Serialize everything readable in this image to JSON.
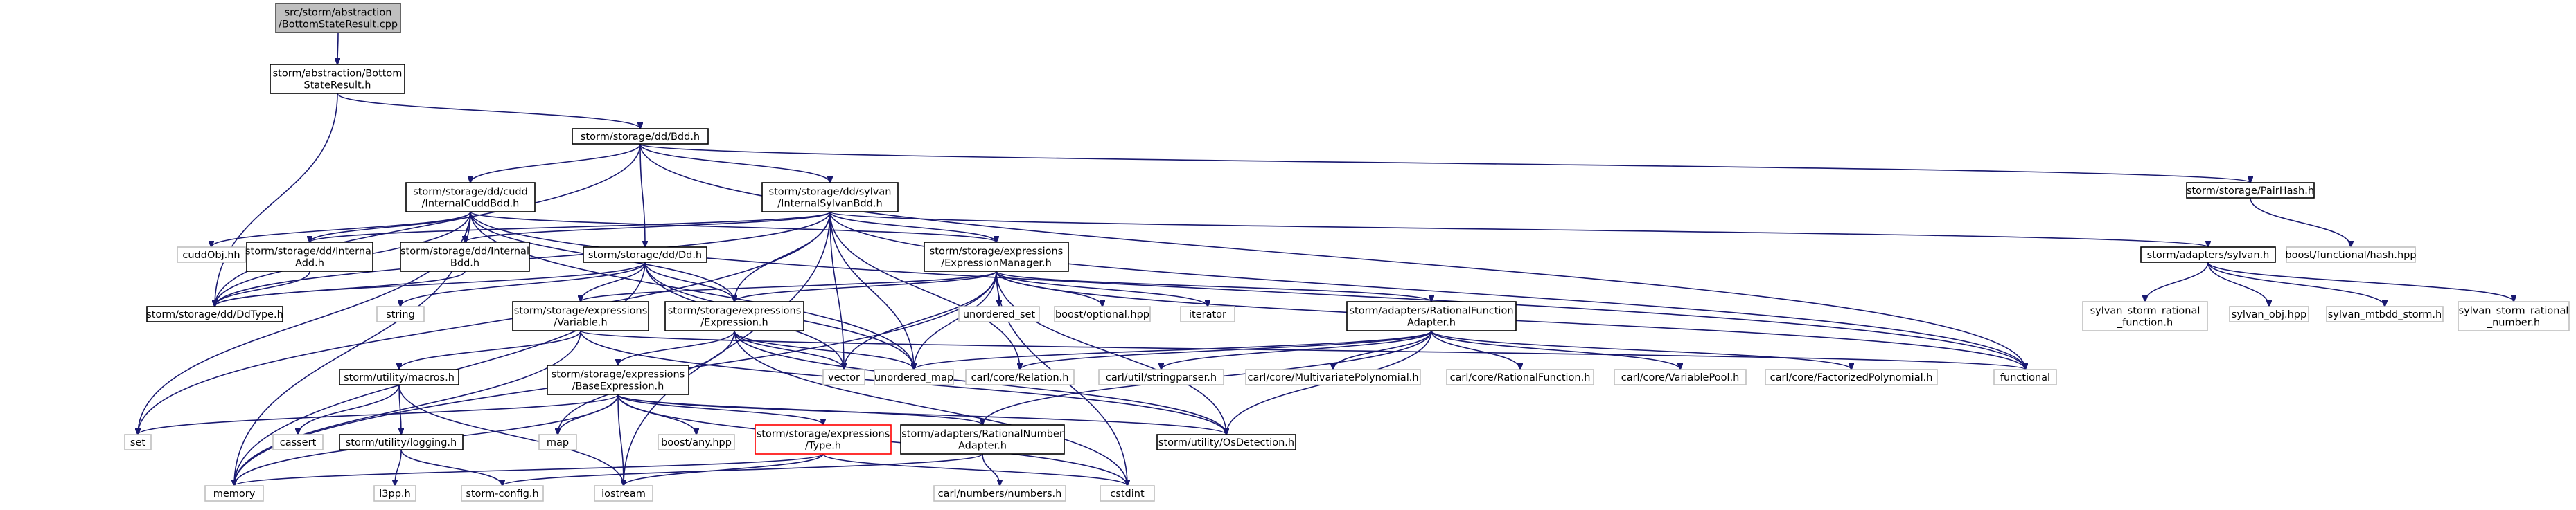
{
  "diagram": {
    "kind": "include-dependency-graph",
    "colors": {
      "edge": "#191970",
      "focus_fill": "#bfbfbf",
      "documented_border": "#000000",
      "external_border": "#bfbfbf",
      "broken_border": "#ff0000"
    },
    "nodes": [
      {
        "id": "n0",
        "label": "src/storm/abstraction\n/BottomStateResult.cpp",
        "style": "focus"
      },
      {
        "id": "n1",
        "label": "storm/abstraction/Bottom\nStateResult.h",
        "style": "doc"
      },
      {
        "id": "n2",
        "label": "storm/storage/dd/Bdd.h",
        "style": "doc"
      },
      {
        "id": "n3",
        "label": "storm/storage/dd/DdType.h",
        "style": "doc"
      },
      {
        "id": "n4",
        "label": "storm/storage/dd/cudd\n/InternalCuddBdd.h",
        "style": "doc"
      },
      {
        "id": "n5",
        "label": "storm/storage/dd/sylvan\n/InternalSylvanBdd.h",
        "style": "doc"
      },
      {
        "id": "n6",
        "label": "storm/storage/PairHash.h",
        "style": "doc"
      },
      {
        "id": "n7",
        "label": "storm/storage/dd/Dd.h",
        "style": "doc"
      },
      {
        "id": "n8",
        "label": "functional",
        "style": "missing"
      },
      {
        "id": "n9",
        "label": "storm/storage/dd/Internal\nAdd.h",
        "style": "doc"
      },
      {
        "id": "n10",
        "label": "storm/storage/dd/Internal\nBdd.h",
        "style": "doc"
      },
      {
        "id": "n11",
        "label": "cuddObj.hh",
        "style": "missing"
      },
      {
        "id": "n12",
        "label": "storm/storage/expressions\n/ExpressionManager.h",
        "style": "doc"
      },
      {
        "id": "n13",
        "label": "storm/adapters/sylvan.h",
        "style": "doc"
      },
      {
        "id": "n14",
        "label": "boost/functional/hash.hpp",
        "style": "missing"
      },
      {
        "id": "n15",
        "label": "string",
        "style": "missing"
      },
      {
        "id": "n16",
        "label": "storm/storage/expressions\n/Variable.h",
        "style": "doc"
      },
      {
        "id": "n17",
        "label": "storm/storage/expressions\n/Expression.h",
        "style": "doc"
      },
      {
        "id": "n18",
        "label": "unordered_set",
        "style": "missing"
      },
      {
        "id": "n19",
        "label": "boost/optional.hpp",
        "style": "missing"
      },
      {
        "id": "n20",
        "label": "iterator",
        "style": "missing"
      },
      {
        "id": "n21",
        "label": "storm/adapters/RationalFunction\nAdapter.h",
        "style": "doc"
      },
      {
        "id": "n22",
        "label": "sylvan_storm_rational\n_function.h",
        "style": "missing"
      },
      {
        "id": "n23",
        "label": "sylvan_obj.hpp",
        "style": "missing"
      },
      {
        "id": "n24",
        "label": "sylvan_mtbdd_storm.h",
        "style": "missing"
      },
      {
        "id": "n25",
        "label": "sylvan_storm_rational\n_number.h",
        "style": "missing"
      },
      {
        "id": "n26",
        "label": "vector",
        "style": "missing"
      },
      {
        "id": "n27",
        "label": "unordered_map",
        "style": "missing"
      },
      {
        "id": "n28",
        "label": "carl/core/Relation.h",
        "style": "missing"
      },
      {
        "id": "n29",
        "label": "carl/util/stringparser.h",
        "style": "missing"
      },
      {
        "id": "n30",
        "label": "carl/core/MultivariatePolynomial.h",
        "style": "missing"
      },
      {
        "id": "n31",
        "label": "carl/core/RationalFunction.h",
        "style": "missing"
      },
      {
        "id": "n32",
        "label": "carl/core/VariablePool.h",
        "style": "missing"
      },
      {
        "id": "n33",
        "label": "carl/core/FactorizedPolynomial.h",
        "style": "missing"
      },
      {
        "id": "n34",
        "label": "storm/utility/macros.h",
        "style": "doc"
      },
      {
        "id": "n35",
        "label": "storm/storage/expressions\n/BaseExpression.h",
        "style": "doc"
      },
      {
        "id": "n36",
        "label": "set",
        "style": "missing"
      },
      {
        "id": "n37",
        "label": "cassert",
        "style": "missing"
      },
      {
        "id": "n38",
        "label": "storm/utility/logging.h",
        "style": "doc"
      },
      {
        "id": "n39",
        "label": "map",
        "style": "missing"
      },
      {
        "id": "n40",
        "label": "boost/any.hpp",
        "style": "missing"
      },
      {
        "id": "n41",
        "label": "storm/storage/expressions\n/Type.h",
        "style": "broken"
      },
      {
        "id": "n42",
        "label": "storm/adapters/RationalNumber\nAdapter.h",
        "style": "doc"
      },
      {
        "id": "n43",
        "label": "storm/utility/OsDetection.h",
        "style": "doc"
      },
      {
        "id": "n44",
        "label": "memory",
        "style": "missing"
      },
      {
        "id": "n45",
        "label": "l3pp.h",
        "style": "missing"
      },
      {
        "id": "n46",
        "label": "storm-config.h",
        "style": "missing"
      },
      {
        "id": "n47",
        "label": "iostream",
        "style": "missing"
      },
      {
        "id": "n48",
        "label": "carl/numbers/numbers.h",
        "style": "missing"
      },
      {
        "id": "n49",
        "label": "cstdint",
        "style": "missing"
      }
    ],
    "edges": [
      [
        "n0",
        "n1"
      ],
      [
        "n1",
        "n2"
      ],
      [
        "n1",
        "n3"
      ],
      [
        "n2",
        "n3"
      ],
      [
        "n2",
        "n4"
      ],
      [
        "n2",
        "n5"
      ],
      [
        "n2",
        "n6"
      ],
      [
        "n2",
        "n7"
      ],
      [
        "n2",
        "n8"
      ],
      [
        "n4",
        "n3"
      ],
      [
        "n4",
        "n9"
      ],
      [
        "n4",
        "n10"
      ],
      [
        "n4",
        "n11"
      ],
      [
        "n4",
        "n12"
      ],
      [
        "n4",
        "n17"
      ],
      [
        "n4",
        "n36"
      ],
      [
        "n4",
        "n44"
      ],
      [
        "n4",
        "n27"
      ],
      [
        "n4",
        "n8"
      ],
      [
        "n5",
        "n3"
      ],
      [
        "n5",
        "n9"
      ],
      [
        "n5",
        "n10"
      ],
      [
        "n5",
        "n12"
      ],
      [
        "n5",
        "n13"
      ],
      [
        "n5",
        "n17"
      ],
      [
        "n5",
        "n26"
      ],
      [
        "n5",
        "n36"
      ],
      [
        "n5",
        "n8"
      ],
      [
        "n5",
        "n27"
      ],
      [
        "n5",
        "n28"
      ],
      [
        "n5",
        "n47"
      ],
      [
        "n6",
        "n14"
      ],
      [
        "n7",
        "n3"
      ],
      [
        "n7",
        "n16"
      ],
      [
        "n7",
        "n17"
      ],
      [
        "n7",
        "n26"
      ],
      [
        "n7",
        "n15"
      ],
      [
        "n7",
        "n44"
      ],
      [
        "n7",
        "n27"
      ],
      [
        "n9",
        "n3"
      ],
      [
        "n10",
        "n3"
      ],
      [
        "n12",
        "n16"
      ],
      [
        "n12",
        "n17"
      ],
      [
        "n12",
        "n18"
      ],
      [
        "n12",
        "n19"
      ],
      [
        "n12",
        "n20"
      ],
      [
        "n12",
        "n21"
      ],
      [
        "n12",
        "n26"
      ],
      [
        "n12",
        "n27"
      ],
      [
        "n12",
        "n44"
      ],
      [
        "n12",
        "n43"
      ],
      [
        "n12",
        "n49"
      ],
      [
        "n12",
        "n8"
      ],
      [
        "n13",
        "n22"
      ],
      [
        "n13",
        "n23"
      ],
      [
        "n13",
        "n24"
      ],
      [
        "n13",
        "n25"
      ],
      [
        "n16",
        "n34"
      ],
      [
        "n16",
        "n43"
      ],
      [
        "n16",
        "n44"
      ],
      [
        "n16",
        "n8"
      ],
      [
        "n17",
        "n35"
      ],
      [
        "n17",
        "n26"
      ],
      [
        "n17",
        "n27"
      ],
      [
        "n17",
        "n39"
      ],
      [
        "n17",
        "n43"
      ],
      [
        "n17",
        "n49"
      ],
      [
        "n21",
        "n27"
      ],
      [
        "n21",
        "n28"
      ],
      [
        "n21",
        "n29"
      ],
      [
        "n21",
        "n30"
      ],
      [
        "n21",
        "n31"
      ],
      [
        "n21",
        "n32"
      ],
      [
        "n21",
        "n33"
      ],
      [
        "n21",
        "n42"
      ],
      [
        "n21",
        "n43"
      ],
      [
        "n34",
        "n37"
      ],
      [
        "n34",
        "n38"
      ],
      [
        "n34",
        "n47"
      ],
      [
        "n35",
        "n36"
      ],
      [
        "n35",
        "n39"
      ],
      [
        "n35",
        "n40"
      ],
      [
        "n35",
        "n41"
      ],
      [
        "n35",
        "n42"
      ],
      [
        "n35",
        "n43"
      ],
      [
        "n35",
        "n44"
      ],
      [
        "n35",
        "n47"
      ],
      [
        "n35",
        "n49"
      ],
      [
        "n38",
        "n45"
      ],
      [
        "n38",
        "n46"
      ],
      [
        "n41",
        "n44"
      ],
      [
        "n41",
        "n47"
      ],
      [
        "n41",
        "n49"
      ],
      [
        "n42",
        "n46"
      ],
      [
        "n42",
        "n48"
      ]
    ]
  }
}
